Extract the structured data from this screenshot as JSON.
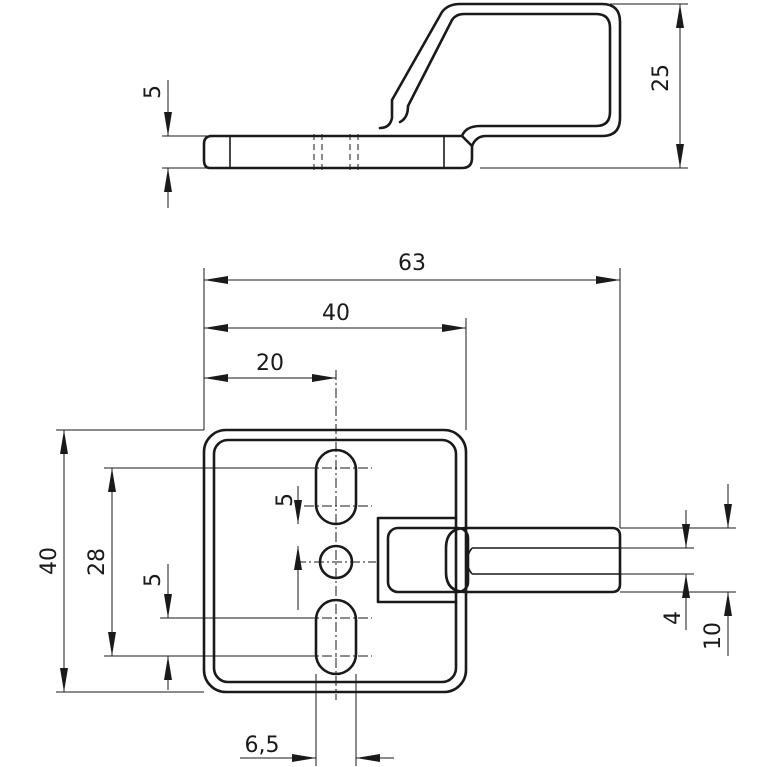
{
  "side_view": {
    "dim_thickness": "5",
    "dim_height": "25"
  },
  "front_view": {
    "dim_total_width": "63",
    "dim_plate_width": "40",
    "dim_half_width": "20",
    "dim_plate_height": "40",
    "dim_slot_spacing": "28",
    "dim_upper_gap": "5",
    "dim_lower_gap": "5",
    "dim_slot_width": "6,5",
    "dim_tab_slot": "4",
    "dim_tab_width": "10"
  }
}
